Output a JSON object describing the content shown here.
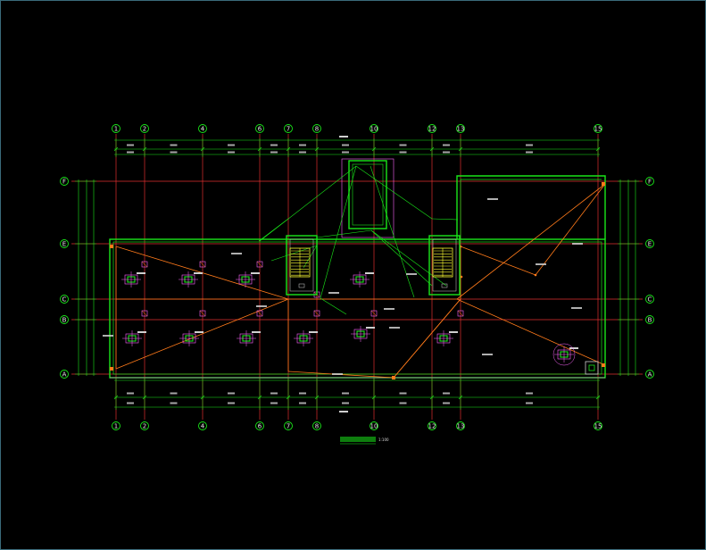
{
  "drawing": {
    "background": "#000000",
    "colors": {
      "axis_line": "#e03030",
      "wall": "#19e619",
      "dimension": "#19e619",
      "pipe": "#ff7a1a",
      "leader": "#19e619",
      "bubble": "#19e619",
      "stair": "#ffff33",
      "equipment": "#ff66ff",
      "text": "#e6e6e6"
    },
    "column_axes": [
      "1",
      "2",
      "4",
      "6",
      "7",
      "8",
      "10",
      "12",
      "13",
      "15"
    ],
    "row_axes": [
      "F",
      "E",
      "C",
      "B",
      "A"
    ],
    "title_block": {
      "title": "",
      "scale": "1:100",
      "subtitle": ""
    }
  }
}
